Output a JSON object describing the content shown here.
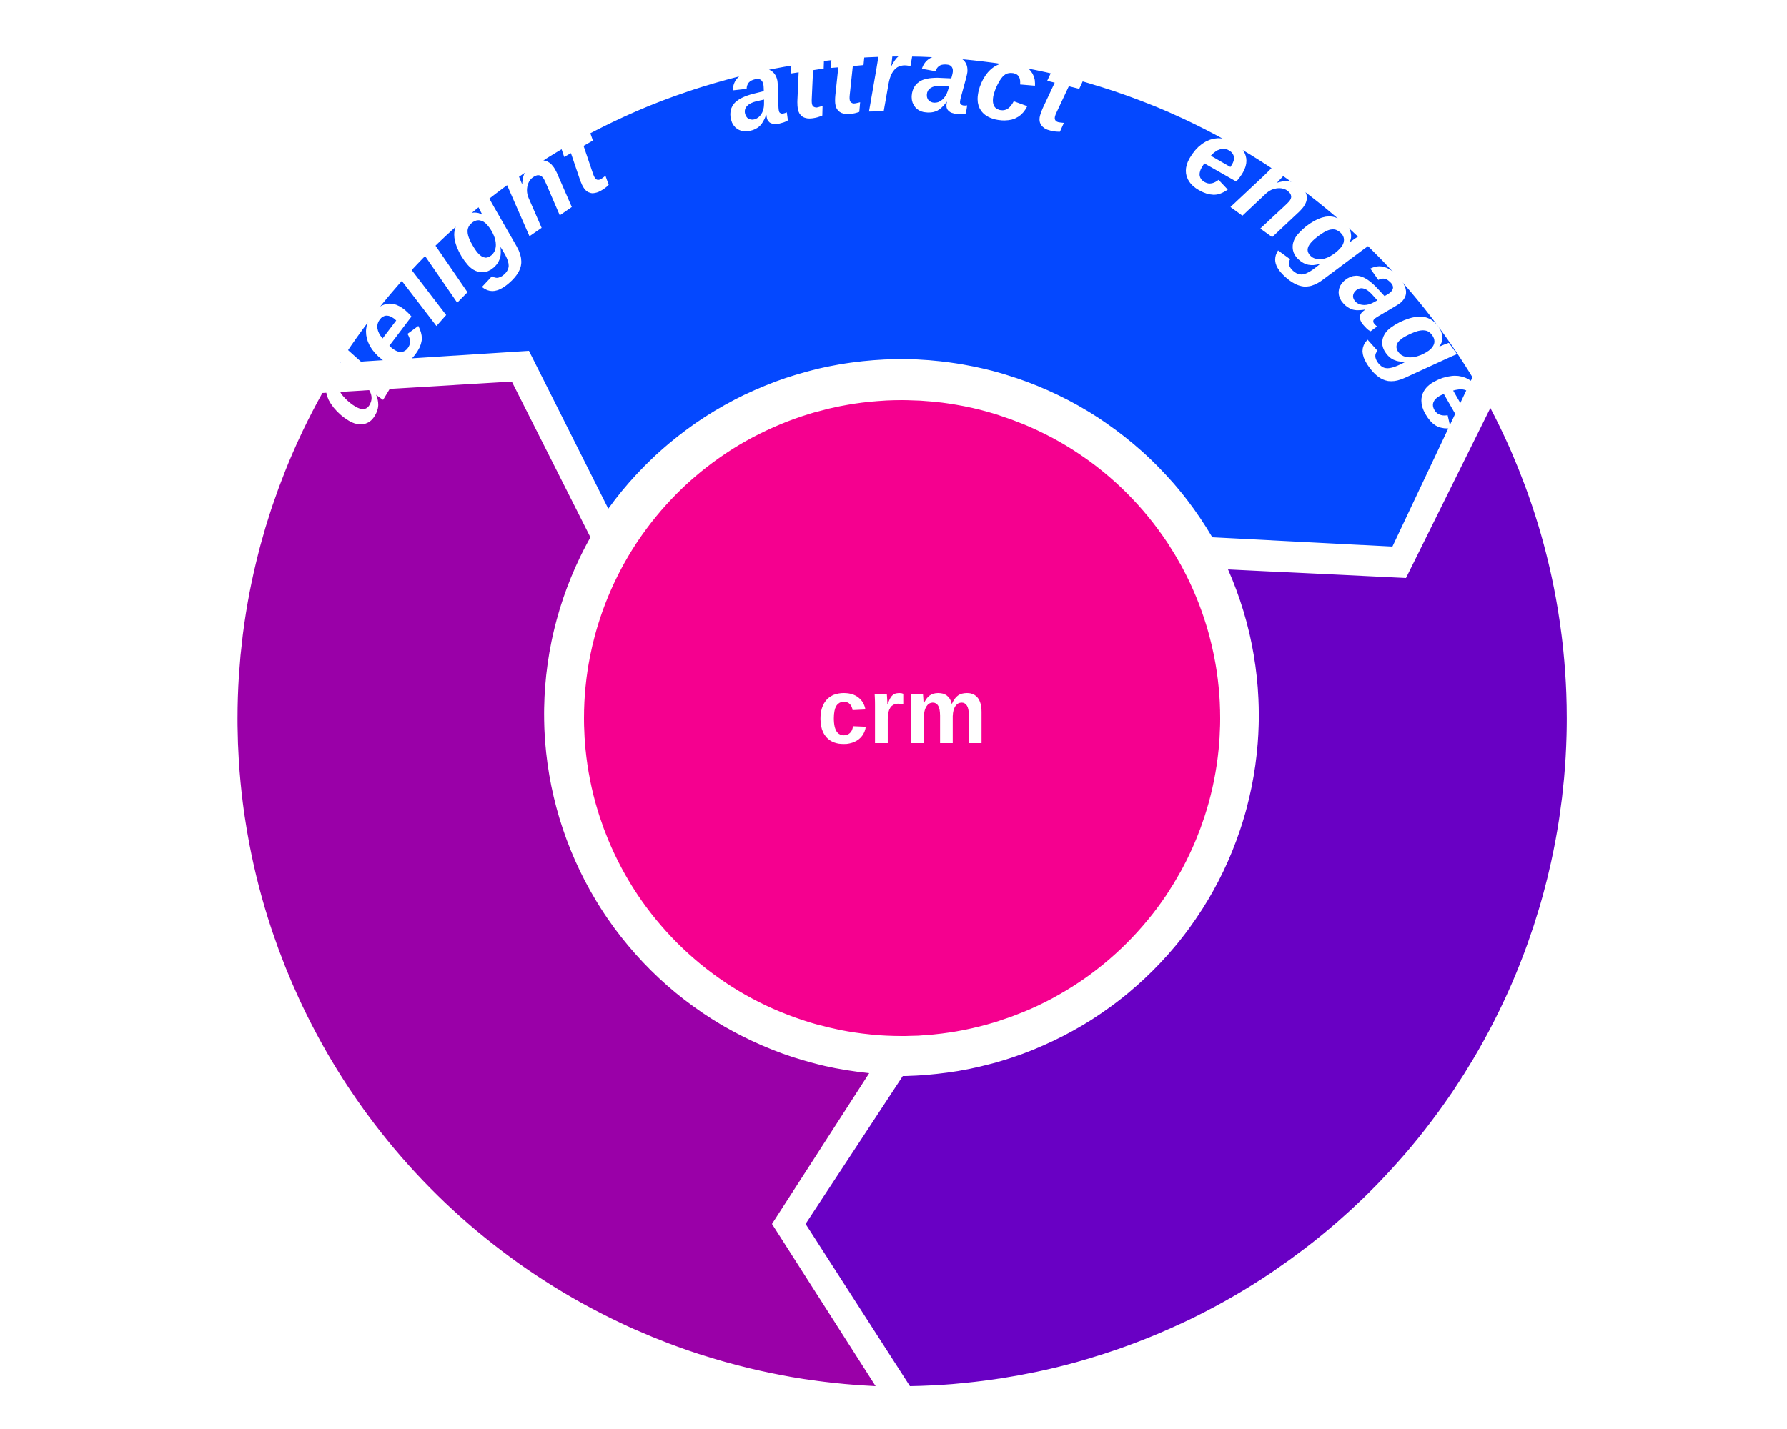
{
  "diagram": {
    "hub": {
      "label": "crm",
      "color": "#F5008F"
    },
    "segments": [
      {
        "id": "attract",
        "label": "attract",
        "color": "#0448FF"
      },
      {
        "id": "engage",
        "label": "engage",
        "color": "#6900C4"
      },
      {
        "id": "delight",
        "label": "delight",
        "color": "#9A00A8"
      }
    ]
  }
}
